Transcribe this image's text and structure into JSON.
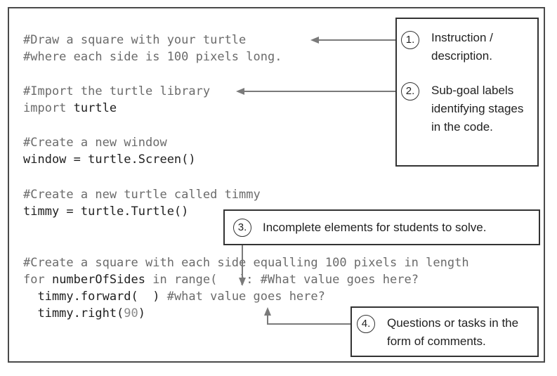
{
  "code": {
    "line1": "#Draw a square with your turtle",
    "line2": "#where each side is 100 pixels long.",
    "line3": "#Import the turtle library",
    "line4_kw": "import",
    "line4_rest": " turtle",
    "line5": "#Create a new window",
    "line6": "window = turtle.Screen()",
    "line7": "#Create a new turtle called timmy",
    "line8": "timmy = turtle.Turtle()",
    "line9": "#Create a square with each side equalling 100 pixels in length",
    "line10_a": "for ",
    "line10_b": "numberOfSides",
    "line10_c": " in range(   ): #What value goes here?",
    "line11_a": "  timmy.forward(  ) ",
    "line11_b": "#what value goes here?",
    "line12_a": "  timmy.right(",
    "line12_num": "90",
    "line12_c": ")"
  },
  "callouts": [
    {
      "number": "1.",
      "text": "Instruction / description."
    },
    {
      "number": "2.",
      "text": "Sub-goal labels identifying stages in the code."
    },
    {
      "number": "3.",
      "text": "Incomplete elements for students to solve."
    },
    {
      "number": "4.",
      "text": "Questions or tasks in the form of comments."
    }
  ],
  "colors": {
    "border": "#333333",
    "arrow": "#7a7a7a",
    "comment": "#6b6b6b",
    "code": "#1f1f1f"
  }
}
